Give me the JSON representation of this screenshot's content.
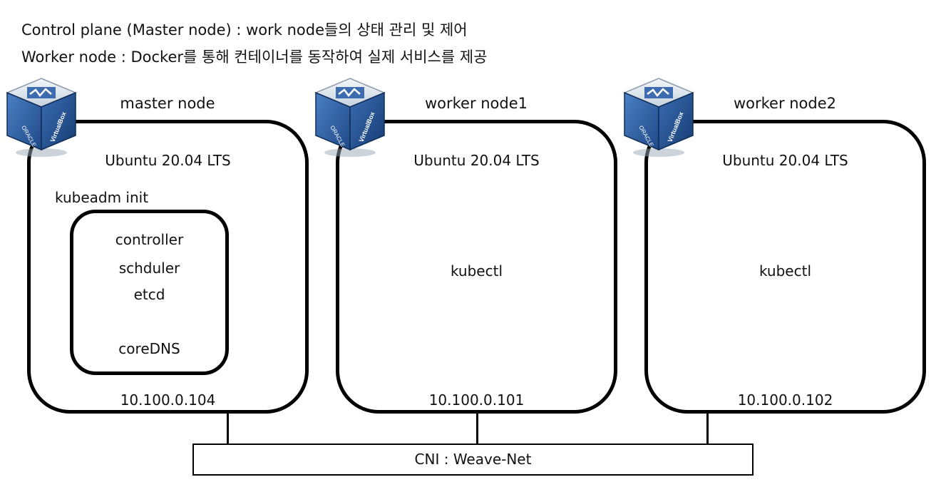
{
  "header": {
    "line1": "Control plane (Master node) : work node들의 상태 관리 및 제어",
    "line2": "Worker node : Docker를 통해 컨테이너를 동작하여 실제 서비스를 제공"
  },
  "nodes": [
    {
      "title": "master node",
      "os": "Ubuntu 20.04 LTS",
      "init_label": "kubeadm init",
      "components": [
        "controller",
        "schduler",
        "etcd",
        "coreDNS"
      ],
      "ip": "10.100.0.104"
    },
    {
      "title": "worker node1",
      "os": "Ubuntu 20.04 LTS",
      "tool": "kubectl",
      "ip": "10.100.0.101"
    },
    {
      "title": "worker node2",
      "os": "Ubuntu 20.04 LTS",
      "tool": "kubectl",
      "ip": "10.100.0.102"
    }
  ],
  "network": {
    "label": "CNI : Weave-Net"
  },
  "icons": {
    "vm": "virtualbox-icon",
    "vm_text_side": "ORACLE",
    "vm_text_front": "VirtualBox"
  },
  "colors": {
    "vbox_blue": "#2b5fa8",
    "vbox_light": "#d9e2ec",
    "stroke": "#000000"
  }
}
